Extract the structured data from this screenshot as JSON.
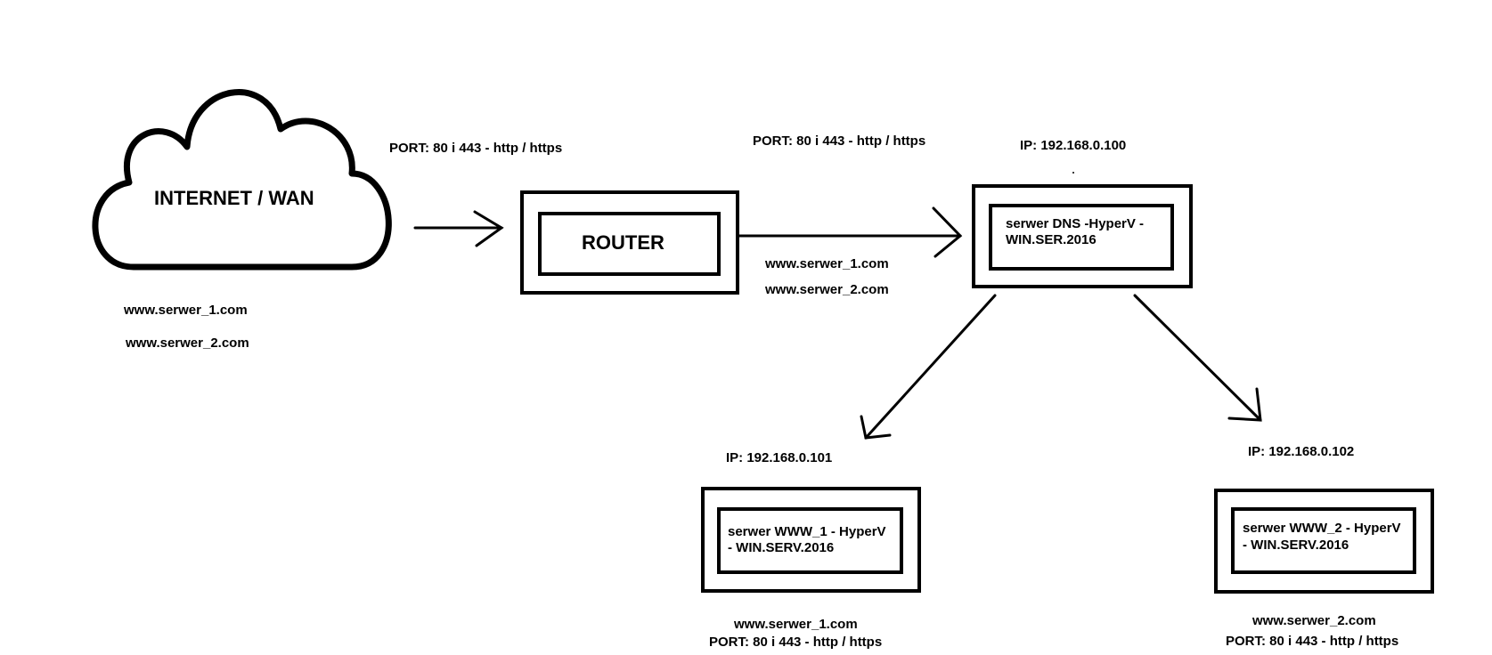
{
  "internet": {
    "label": "INTERNET / WAN",
    "domain_1": "www.serwer_1.com",
    "domain_2": "www.serwer_2.com"
  },
  "link_internet_router": {
    "port_label": "PORT: 80 i 443 - http / https"
  },
  "router": {
    "label": "ROUTER"
  },
  "link_router_dns": {
    "port_label": "PORT: 80 i 443 - http / https",
    "domain_1": "www.serwer_1.com",
    "domain_2": "www.serwer_2.com"
  },
  "dns_server": {
    "ip": "IP: 192.168.0.100",
    "label_line1": "serwer DNS -HyperV -",
    "label_line2": "WIN.SER.2016"
  },
  "www1_server": {
    "ip": "IP: 192.168.0.101",
    "label_line1": "serwer WWW_1 - HyperV",
    "label_line2": "- WIN.SERV.2016",
    "domain": "www.serwer_1.com",
    "port_label": "PORT: 80 i 443 - http / https"
  },
  "www2_server": {
    "ip": "IP: 192.168.0.102",
    "label_line1": "serwer WWW_2 - HyperV",
    "label_line2": "- WIN.SERV.2016",
    "domain": "www.serwer_2.com",
    "port_label": "PORT: 80 i 443 - http / https"
  }
}
